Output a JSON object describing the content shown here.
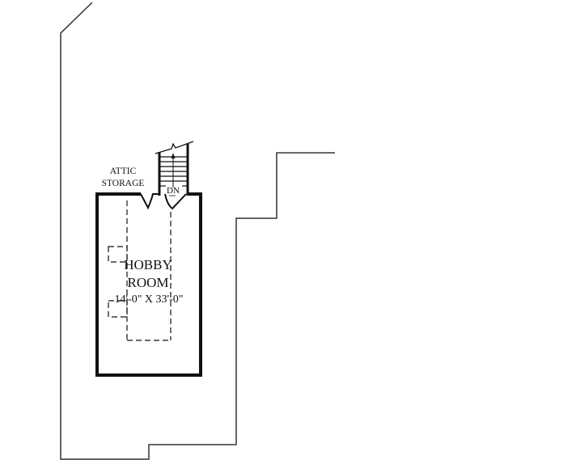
{
  "plan": {
    "attic_label_line1": "ATTIC",
    "attic_label_line2": "STORAGE",
    "stair_label": "DN",
    "room_name_line1": "HOBBY",
    "room_name_line2": "ROOM",
    "room_dimensions": "14'-0\" X 33'-0\""
  },
  "colors": {
    "wall": "#111111",
    "outline": "#333333",
    "background": "#ffffff"
  }
}
